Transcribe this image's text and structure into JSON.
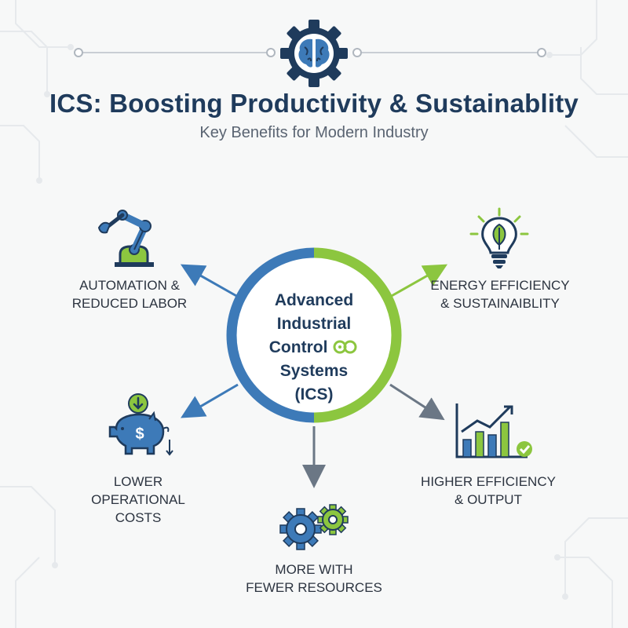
{
  "header": {
    "title": "ICS: Boosting Productivity & Sustainablity",
    "subtitle": "Key Benefits for Modern Industry",
    "logo_icon": "brain-gear-icon"
  },
  "center": {
    "lines": [
      "Advanced",
      "Industrial",
      "Control",
      "Systems",
      "(ICS)"
    ],
    "icon": "infinity-link-icon"
  },
  "benefits": [
    {
      "id": "automation",
      "line1": "AUTOMATION &",
      "line2": "REDUCED LABOR",
      "icon": "robotic-arm-icon"
    },
    {
      "id": "energy",
      "line1": "ENERGY EFFICIENCY",
      "line2": "& SUSTAINAIBLITY",
      "icon": "leaf-lightbulb-icon"
    },
    {
      "id": "costs",
      "line1": "LOWER OPERATIONAL",
      "line2": "COSTS",
      "icon": "piggy-bank-icon"
    },
    {
      "id": "output",
      "line1": "HIGHER EFFICIENCY",
      "line2": "& OUTPUT",
      "icon": "growth-chart-icon"
    },
    {
      "id": "resources",
      "line1": "MORE WITH",
      "line2": "FEWER RESOURCES",
      "icon": "gears-icon"
    }
  ],
  "colors": {
    "blue": "#3d7ab8",
    "green": "#8cc63f",
    "navy": "#1f3b5c",
    "gray": "#6b7785"
  }
}
